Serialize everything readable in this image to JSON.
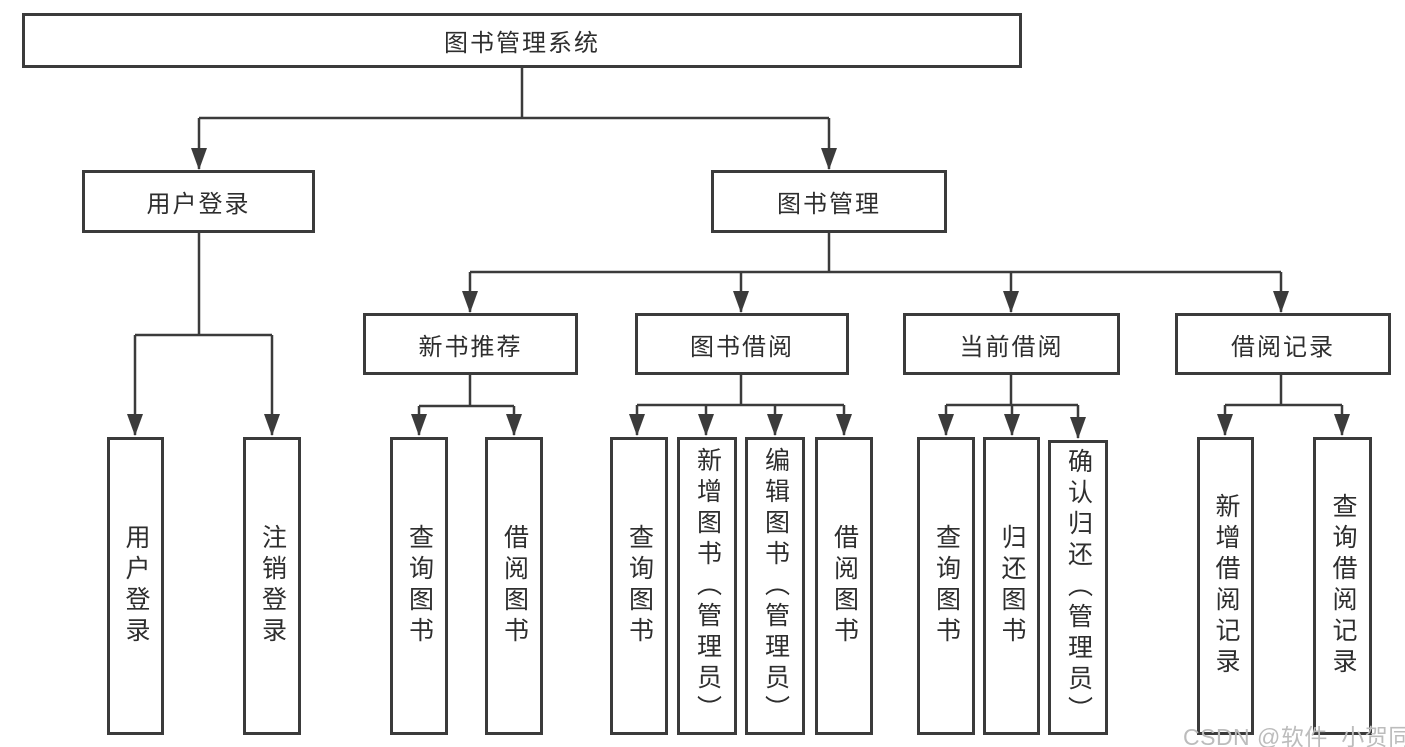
{
  "diagram": {
    "type": "tree",
    "orientation": "top-down",
    "root": {
      "label": "图书管理系统"
    },
    "nodes": {
      "root": {
        "label": "图书管理系统"
      },
      "user_login": {
        "label": "用户登录",
        "children": {
          "login": {
            "label": "用户登录"
          },
          "logout": {
            "label": "注销登录"
          }
        }
      },
      "book_mgmt": {
        "label": "图书管理",
        "children_order": [
          "new_book_rec",
          "book_borrow",
          "current_borrow",
          "borrow_records"
        ]
      },
      "new_book_rec": {
        "label": "新书推荐",
        "children": {
          "query_books": {
            "label": "查询图书"
          },
          "borrow_books": {
            "label": "借阅图书"
          }
        }
      },
      "book_borrow": {
        "label": "图书借阅",
        "children": {
          "query_books": {
            "label": "查询图书"
          },
          "add_books": {
            "label": "新增图书（管理员）"
          },
          "edit_books": {
            "label": "编辑图书（管理员）"
          },
          "borrow_books": {
            "label": "借阅图书"
          }
        }
      },
      "current_borrow": {
        "label": "当前借阅",
        "children": {
          "query_books": {
            "label": "查询图书"
          },
          "return_books": {
            "label": "归还图书"
          },
          "confirm_return": {
            "label": "确认归还（管理员）"
          }
        }
      },
      "borrow_records": {
        "label": "借阅记录",
        "children": {
          "add_record": {
            "label": "新增借阅记录"
          },
          "query_record": {
            "label": "查询借阅记录"
          }
        }
      }
    }
  },
  "watermark": {
    "text": "CSDN @软件_小贺同学"
  },
  "colors": {
    "line": "#3b3b3b",
    "box_border": "#3b3b3b",
    "box_background": "#ffffff",
    "text": "#2e2e2e",
    "watermark": "#bcbcbc",
    "page_background": "#ffffff"
  }
}
